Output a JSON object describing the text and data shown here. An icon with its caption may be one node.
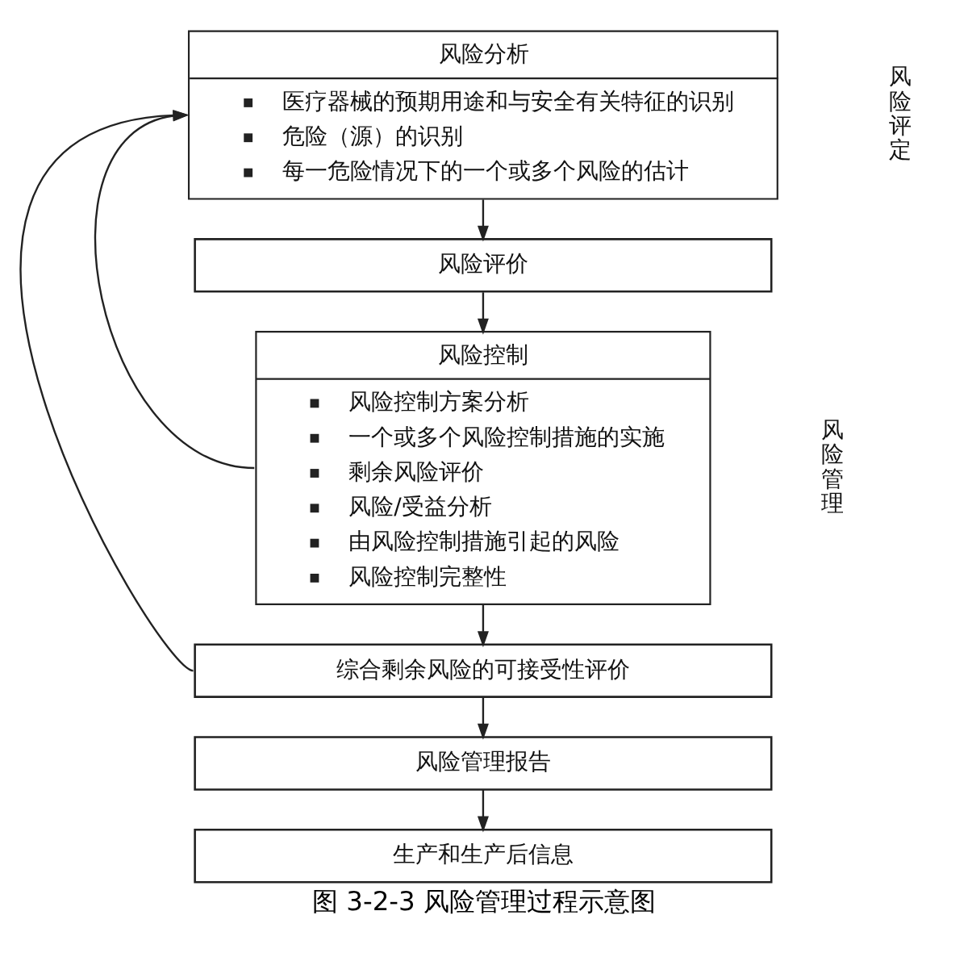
{
  "diagram": {
    "caption": "图 3-2-3 风险管理过程示意图",
    "nodes": [
      {
        "text": [
          "风险分析",
          "医疗器械的预期用途和与安全有关特征的识别",
          "危险（源）的识别",
          "每一危险情况下的一个或多个风险的估计"
        ]
      },
      {
        "text": [
          "风险评价"
        ]
      },
      {
        "text": [
          "风险控制",
          "风险控制方案分析",
          "一个或多个风险控制措施的实施",
          "剩余风险评价",
          "风险/受益分析",
          "由风险控制措施引起的风险",
          "风险控制完整性"
        ]
      },
      {
        "text": [
          "综合剩余风险的可接受性评价"
        ]
      },
      {
        "text": [
          "风险管理报告"
        ]
      },
      {
        "text": [
          "生产和生产后信息"
        ]
      }
    ],
    "edges": [
      {
        "from": 0,
        "to": 1,
        "arrow": "to"
      },
      {
        "from": 1,
        "to": 2,
        "arrow": "to"
      },
      {
        "from": 2,
        "to": 3,
        "arrow": "to"
      },
      {
        "from": 3,
        "to": 4,
        "arrow": "to"
      },
      {
        "from": 4,
        "to": 5,
        "arrow": "to"
      },
      {
        "from": 2,
        "to": 0,
        "arrow": "to"
      },
      {
        "from": 3,
        "to": 0,
        "arrow": "to"
      }
    ],
    "labels": [
      "风险评定",
      "风险管理"
    ]
  }
}
